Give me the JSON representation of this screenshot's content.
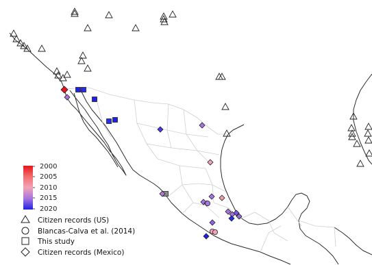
{
  "colorbar": {
    "ticks": [
      "2000",
      "2005",
      "2010",
      "2015",
      "2020"
    ],
    "colors": {
      "c2000": "#e8141b",
      "c2005": "#f26f6f",
      "c2010": "#f3a3b8",
      "c2015": "#a774e0",
      "c2020": "#1f22e0"
    }
  },
  "legend": {
    "items": [
      {
        "shape": "triangle",
        "label": "Citizen records (US)"
      },
      {
        "shape": "circle",
        "label": "Blancas-Calva et al. (2014)"
      },
      {
        "shape": "square",
        "label": "This study"
      },
      {
        "shape": "diamond",
        "label": "Citizen records (Mexico)"
      }
    ]
  },
  "colors": {
    "coast": "#2b2b2b",
    "state_border": "#cfcfcf",
    "marker_stroke": "#222222"
  }
}
